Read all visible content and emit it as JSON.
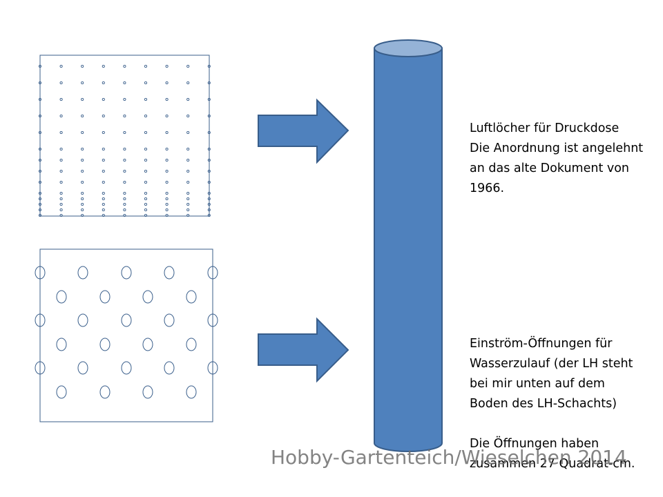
{
  "colors": {
    "shape_fill": "#4f81bd",
    "shape_stroke": "#385d8a",
    "cylinder_top": "#95b3d7",
    "text": "#000000",
    "watermark": "#6e6e6e"
  },
  "panels": {
    "small_holes": {
      "name": "air-holes-pattern",
      "columns": 9
    },
    "large_holes": {
      "name": "inflow-openings-pattern",
      "rows": 6
    }
  },
  "notes": {
    "top": {
      "lines": [
        "Luftlöcher für Druckdose",
        "Die Anordnung ist angelehnt",
        "an das alte Dokument von",
        "1966."
      ]
    },
    "bottom": {
      "lines": [
        "Einström-Öffnungen für",
        "Wasserzulauf (der LH steht",
        "bei mir unten auf dem",
        "Boden des LH-Schachts)",
        "",
        "Die Öffnungen haben",
        "zusammen 27 Quadrat-cm."
      ]
    }
  },
  "watermark": "Hobby-Gartenteich/Wieselchen 2014"
}
